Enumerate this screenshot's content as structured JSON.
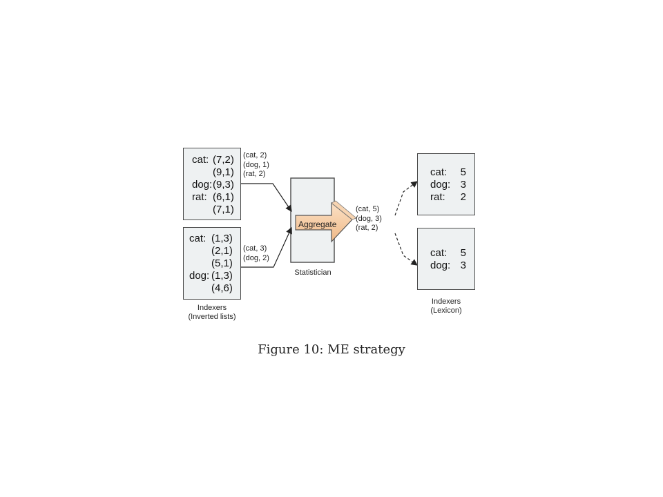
{
  "indexer_top": {
    "rows": [
      {
        "key": "cat:",
        "val": "(7,2)"
      },
      {
        "key": "",
        "val": "(9,1)"
      },
      {
        "key": "dog:",
        "val": "(9,3)"
      },
      {
        "key": "rat:",
        "val": "(6,1)"
      },
      {
        "key": "",
        "val": "(7,1)"
      }
    ],
    "tuples": [
      "(cat, 2)",
      "(dog, 1)",
      "(rat, 2)"
    ]
  },
  "indexer_bottom": {
    "rows": [
      {
        "key": "cat:",
        "val": "(1,3)"
      },
      {
        "key": "",
        "val": "(2,1)"
      },
      {
        "key": "",
        "val": "(5,1)"
      },
      {
        "key": "dog:",
        "val": "(1,3)"
      },
      {
        "key": "",
        "val": "(4,6)"
      }
    ],
    "tuples": [
      "(cat, 3)",
      "(dog, 2)"
    ]
  },
  "indexers_inverted_label": [
    "Indexers",
    "(Inverted lists)"
  ],
  "statistician": {
    "label": "Statistician",
    "arrow_label": "Aggregate",
    "output_tuples": [
      "(cat, 5)",
      "(dog, 3)",
      "(rat, 2)"
    ]
  },
  "lexicon_top": [
    {
      "key": "cat:",
      "val": "5"
    },
    {
      "key": "dog:",
      "val": "3"
    },
    {
      "key": "rat:",
      "val": "2"
    }
  ],
  "lexicon_bottom": [
    {
      "key": "cat:",
      "val": "5"
    },
    {
      "key": "dog:",
      "val": "3"
    }
  ],
  "indexers_lexicon_label": [
    "Indexers",
    "(Lexicon)"
  ],
  "figure_caption": "Figure 10:  ME strategy",
  "colors": {
    "box_fill": "#eef1f2",
    "arrow_fill": "#f6c9a0",
    "stroke": "#333333"
  }
}
